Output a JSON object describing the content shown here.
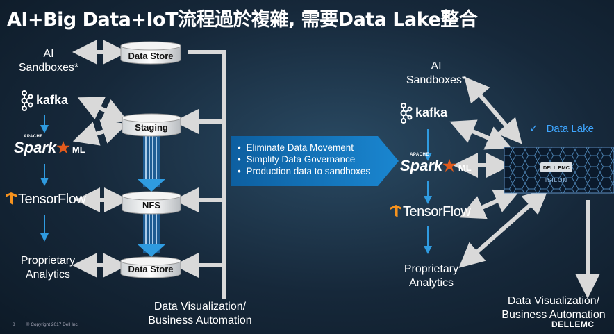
{
  "title": "AI+Big Data+IoT流程過於複雜, 需要Data Lake整合",
  "left": {
    "ai_sandboxes": [
      "AI",
      "Sandboxes*"
    ],
    "stores": {
      "data_store_top": "Data Store",
      "staging": "Staging",
      "nfs": "NFS",
      "data_store_bottom": "Data Store"
    },
    "proprietary_analytics": [
      "Proprietary",
      "Analytics"
    ],
    "data_viz": [
      "Data Visualization/",
      "Business Automation"
    ]
  },
  "tools": {
    "kafka": "kafka",
    "spark_apache": "APACHE",
    "spark": "Spark",
    "spark_ml": "ML",
    "tensorflow": "TensorFlow"
  },
  "benefits": [
    "Eliminate Data Movement",
    "Simplify Data Governance",
    "Production data to sandboxes"
  ],
  "right": {
    "ai_sandboxes": [
      "AI",
      "Sandboxes*"
    ],
    "data_lake_check": "✓",
    "data_lake": "Data Lake",
    "server_brand": "DELL EMC",
    "server_model": "ISILON",
    "proprietary_analytics": [
      "Proprietary",
      "Analytics"
    ],
    "data_viz": [
      "Data Visualization/",
      "Business Automation"
    ]
  },
  "footer": {
    "page": "8",
    "copyright": "© Copyright 2017 Dell Inc."
  },
  "brand": "DELLEMC",
  "colors": {
    "arrow": "#d9d9d9",
    "flow_blue": "#2f9be0",
    "data_lake_text": "#3ea6ff",
    "tensorflow_orange": "#f7931e",
    "spark_star": "#e25a1c"
  }
}
